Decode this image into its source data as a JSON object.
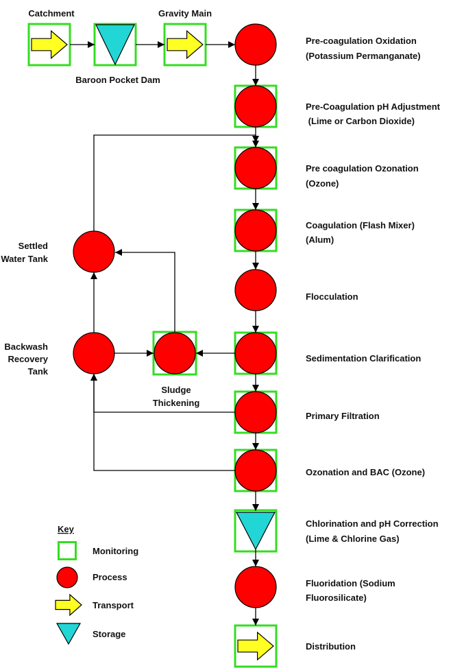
{
  "colors": {
    "process": "#ff0000",
    "monitoring": "#33dd22",
    "transport": "#ffff22",
    "storage": "#22d6d6",
    "line": "#000000"
  },
  "top_labels": {
    "catchment": "Catchment",
    "gravity_main": "Gravity Main",
    "dam": "Baroon Pocket Dam"
  },
  "steps": [
    {
      "icon": "process",
      "monitoring": false,
      "lines": [
        "Pre-coagulation Oxidation",
        "(Potassium Permanganate)"
      ]
    },
    {
      "icon": "process",
      "monitoring": true,
      "lines": [
        "Pre-Coagulation pH Adjustment",
        " (Lime or Carbon Dioxide)"
      ]
    },
    {
      "icon": "process",
      "monitoring": true,
      "lines": [
        "Pre coagulation Ozonation",
        "(Ozone)"
      ]
    },
    {
      "icon": "process",
      "monitoring": true,
      "lines": [
        "Coagulation (Flash Mixer)",
        "(Alum)"
      ]
    },
    {
      "icon": "process",
      "monitoring": false,
      "lines": [
        "Flocculation"
      ]
    },
    {
      "icon": "process",
      "monitoring": true,
      "lines": [
        "Sedimentation Clarification"
      ]
    },
    {
      "icon": "process",
      "monitoring": true,
      "lines": [
        "Primary Filtration"
      ]
    },
    {
      "icon": "process",
      "monitoring": true,
      "lines": [
        "Ozonation and BAC (Ozone)"
      ]
    },
    {
      "icon": "storage",
      "monitoring": true,
      "lines": [
        "Chlorination and pH Correction",
        "(Lime & Chlorine Gas)"
      ]
    },
    {
      "icon": "process",
      "monitoring": false,
      "lines": [
        "Fluoridation (Sodium",
        "Fluorosilicate)"
      ]
    },
    {
      "icon": "transport",
      "monitoring": true,
      "lines": [
        "Distribution"
      ]
    }
  ],
  "side_labels": {
    "settled": [
      "Settled",
      "Water Tank"
    ],
    "backwash": [
      "Backwash",
      "Recovery",
      "Tank"
    ],
    "sludge": [
      "Sludge",
      "Thickening"
    ]
  },
  "key": {
    "title": "Key",
    "monitoring": "Monitoring",
    "process": "Process",
    "transport": "Transport",
    "storage": "Storage"
  }
}
